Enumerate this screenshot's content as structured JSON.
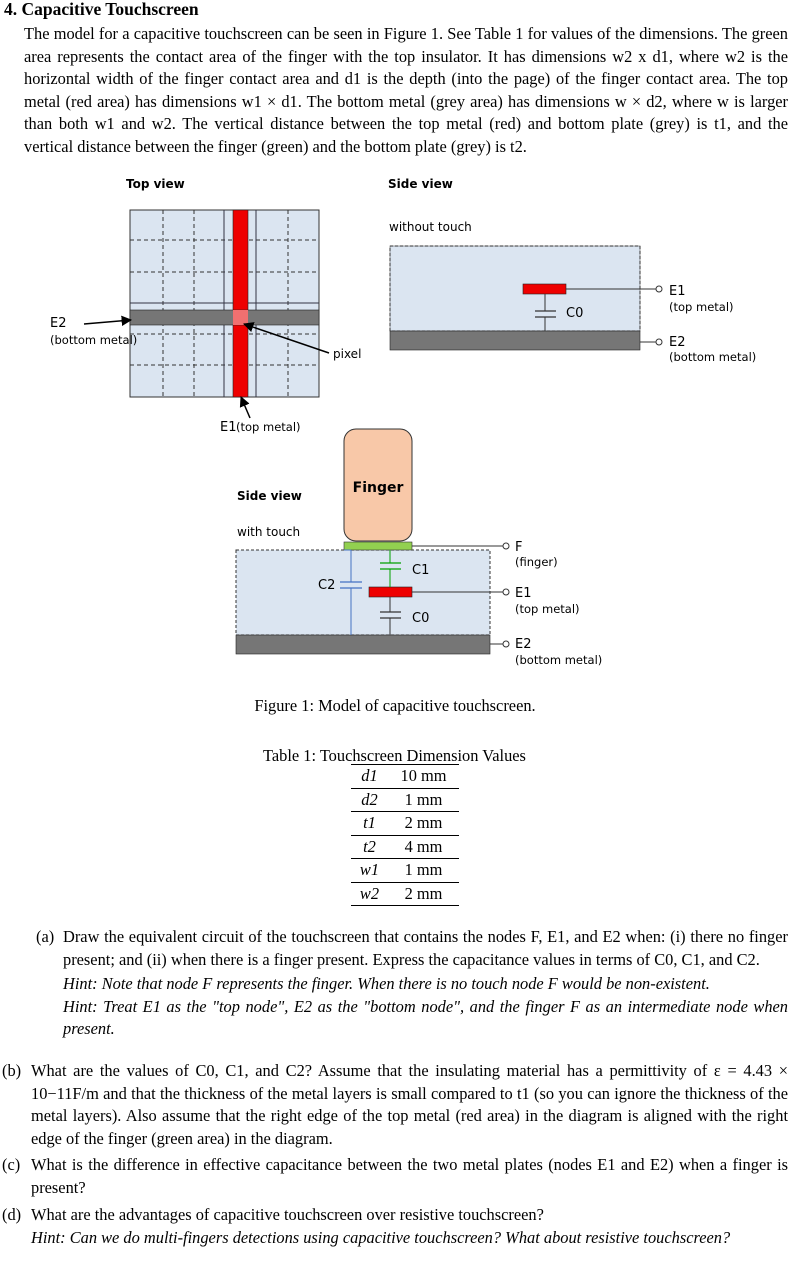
{
  "problem": {
    "number": "4.",
    "title": "Capacitive Touchscreen"
  },
  "intro_paragraph": "The model for a capacitive touchscreen can be seen in Figure 1. See Table 1 for values of the dimensions. The green area represents the contact area of the finger with the top insulator. It has dimensions w2 x d1, where w2 is the horizontal width of the finger contact area and d1 is the depth (into the page) of the finger contact area. The top metal (red area) has dimensions w1 × d1. The bottom metal (grey area) has dimensions w × d2, where w is larger than both w1 and w2. The vertical distance between the top metal (red) and bottom plate (grey) is t1, and the vertical distance between the finger (green) and the bottom plate (grey) is t2.",
  "figure": {
    "top_view_title": "Top view",
    "side_view_title": "Side view",
    "without_touch": "without touch",
    "with_touch": "with touch",
    "e1_label": "E1",
    "e1_sub": "(top metal)",
    "e2_label": "E2",
    "e2_sub": "(bottom metal)",
    "pixel_label": "pixel",
    "finger_label": "Finger",
    "f_label": "F",
    "f_sub": "(finger)",
    "c0_label": "C0",
    "c1_label": "C1",
    "c2_label": "C2",
    "caption": "Figure 1: Model of capacitive touchscreen.",
    "colors": {
      "insulator": "#dbe5f1",
      "top_metal": "#ee0000",
      "bottom_metal": "#767676",
      "finger": "#f8c8a8",
      "contact": "#92d050",
      "c2_line": "#4472c4",
      "c1_line": "#00a000"
    }
  },
  "table": {
    "caption": "Table 1: Touchscreen Dimension Values",
    "rows": [
      {
        "symbol": "d1",
        "value": "10 mm"
      },
      {
        "symbol": "d2",
        "value": "1 mm"
      },
      {
        "symbol": "t1",
        "value": "2 mm"
      },
      {
        "symbol": "t2",
        "value": "4 mm"
      },
      {
        "symbol": "w1",
        "value": "1 mm"
      },
      {
        "symbol": "w2",
        "value": "2 mm"
      }
    ]
  },
  "questions": {
    "a_label": "(a)",
    "a_text": "Draw the equivalent circuit of the touchscreen that contains the nodes F, E1, and E2 when: (i) there no finger present; and (ii) when there is a finger present. Express the capacitance values in terms of C0, C1, and C2.",
    "a_hint1": "Hint: Note that node F represents the finger. When there is no touch node F would be non-existent.",
    "a_hint2": "Hint: Treat E1 as the \"top node\", E2 as the \"bottom node\", and the finger F as an intermediate node when present.",
    "b_label": "(b)",
    "b_text": "What are the values of C0, C1, and C2? Assume that the insulating material has a permittivity of ε = 4.43 × 10−11F/m and that the thickness of the metal layers is small compared to t1 (so you can ignore the thickness of the metal layers). Also assume that the right edge of the top metal (red area) in the diagram is aligned with the right edge of the finger (green area) in the diagram.",
    "c_label": "(c)",
    "c_text": "What is the difference in effective capacitance between the two metal plates (nodes E1 and E2) when a finger is present?",
    "d_label": "(d)",
    "d_text": "What are the advantages of capacitive touchscreen over resistive touchscreen?",
    "d_hint": "Hint: Can we do multi-fingers detections using capacitive touchscreen? What about resistive touchscreen?"
  }
}
